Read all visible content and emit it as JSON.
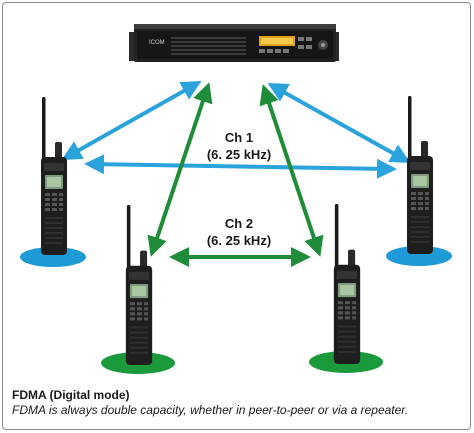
{
  "labels": {
    "ch1_name": "Ch 1",
    "ch1_bw": "(6. 25 kHz)",
    "ch2_name": "Ch 2",
    "ch2_bw": "(6. 25 kHz)"
  },
  "caption": {
    "title": "FDMA (Digital mode)",
    "subtitle": "FDMA is always double capacity, whether in peer-to-peer or via a repeater."
  },
  "repeater": {
    "brand": "ICOM"
  },
  "colors": {
    "channel1": "#2aa3dc",
    "channel2": "#1f8c3a",
    "shadow_blue": "#1e9bd7",
    "shadow_green": "#1a9a3b"
  },
  "icons": [
    "repeater-icon",
    "radio-icon"
  ]
}
